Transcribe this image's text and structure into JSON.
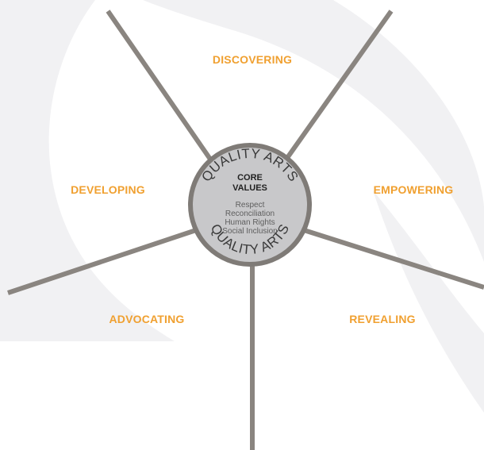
{
  "colors": {
    "spoke": "#8a8580",
    "label": "#f0a030",
    "background_swoosh": "#f1f1f3",
    "hub_fill": "#c8c8ca",
    "hub_border": "#7f7b77",
    "ring_text": "#3a3a3a",
    "core_title": "#222222",
    "core_values": "#5e5e5e"
  },
  "segments": [
    {
      "label": "DISCOVERING"
    },
    {
      "label": "EMPOWERING"
    },
    {
      "label": "REVEALING"
    },
    {
      "label": "ADVOCATING"
    },
    {
      "label": "DEVELOPING"
    }
  ],
  "hub": {
    "ring_text_top": "QUALITY ARTS",
    "ring_text_bottom": "QUALITY ARTS",
    "core_title_line1": "CORE",
    "core_title_line2": "VALUES",
    "values": [
      "Respect",
      "Reconciliation",
      "Human Rights",
      "Social Inclusion"
    ]
  }
}
